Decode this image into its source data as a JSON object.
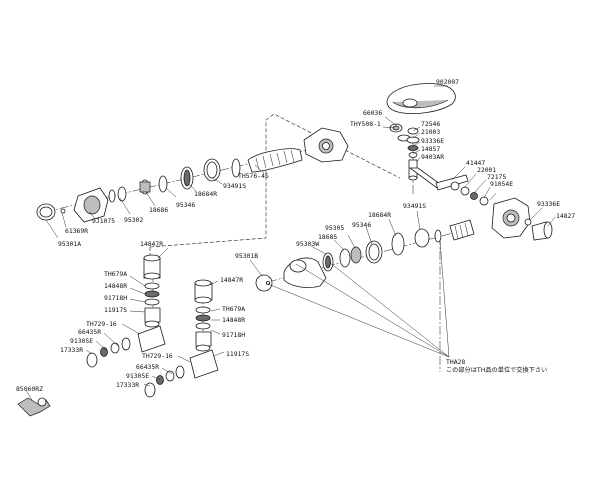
{
  "labels": {
    "p902007": "902007",
    "p66036": "66036",
    "pTHY508_1": "THY508-1",
    "p72546": "72546",
    "p21003": "21003",
    "p93336E_top": "93336E",
    "p14857": "14857",
    "p9403AR": "9403AR",
    "p41447": "41447",
    "p22001": "22001",
    "p72175": "72175",
    "p91054E": "91054E",
    "p93336E_right": "93336E",
    "p14827": "14827",
    "pTH576_4S": "TH576-4S",
    "p93491S_top": "93491S",
    "p18684R_top": "18684R",
    "p95346": "95346",
    "p18686_left": "18686",
    "p95302": "95302",
    "p9J1075": "9J1075",
    "p61369R": "61369R",
    "p95301A": "95301A",
    "p93491S_mid": "93491S",
    "p18684R_mid": "18684R",
    "p95346_mid": "95346",
    "p95305": "95305",
    "p18685": "18685",
    "p95303W": "95303W",
    "p95301B": "95301B",
    "p14847R_left": "14847R",
    "pTH679A_left": "TH679A",
    "p14848R_left": "14848R",
    "p91718H_left": "91718H",
    "p11917S_left": "11917S",
    "pTH729_16_left": "TH729-16",
    "p66435R_left": "66435R",
    "p91305E_left": "91305E",
    "p17333R_left": "17333R",
    "p14847R_right": "14847R",
    "pTH679A_right": "TH679A",
    "p14848R_right": "14848R",
    "p91718H_right": "91718H",
    "p11917S_right": "11917S",
    "pTH729_16_right": "TH729-16",
    "p66435R_right": "66435R",
    "p91305E_right": "91305E",
    "p17333R_right": "17333R",
    "pTHA28": "THA28",
    "p85060RZ": "85060RZ"
  },
  "note": "この部分はTH品の単位で交換下さい"
}
